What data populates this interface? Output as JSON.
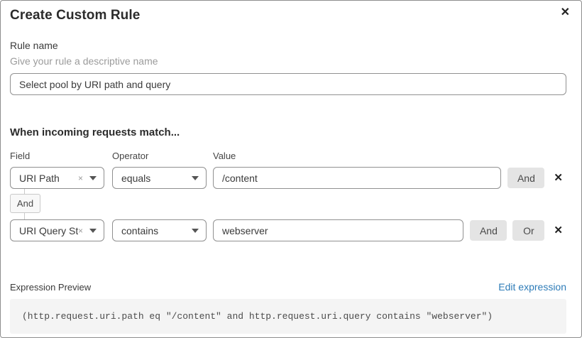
{
  "modal": {
    "title": "Create Custom Rule",
    "close_icon": "✕"
  },
  "rule_name": {
    "label": "Rule name",
    "helper": "Give your rule a descriptive name",
    "value": "Select pool by URI path and query"
  },
  "matcher": {
    "heading": "When incoming requests match...",
    "columns": {
      "field": "Field",
      "operator": "Operator",
      "value": "Value"
    },
    "rows": [
      {
        "field_label": "URI Path",
        "clear_icon": "×",
        "operator": "equals",
        "value": "/content",
        "and_label": "And",
        "remove_icon": "✕"
      },
      {
        "field_label": "URI Query St...",
        "clear_icon": "×",
        "operator": "contains",
        "value": "webserver",
        "and_label": "And",
        "or_label": "Or",
        "remove_icon": "✕"
      }
    ],
    "connector_label": "And"
  },
  "expression": {
    "label": "Expression Preview",
    "edit_link": "Edit expression",
    "code": "(http.request.uri.path eq \"/content\" and http.request.uri.query contains \"webserver\")"
  },
  "colors": {
    "link": "#2e7cb8",
    "logic_button_bg": "#e4e4e4",
    "code_block_bg": "#f4f4f4",
    "input_border": "#919191"
  }
}
